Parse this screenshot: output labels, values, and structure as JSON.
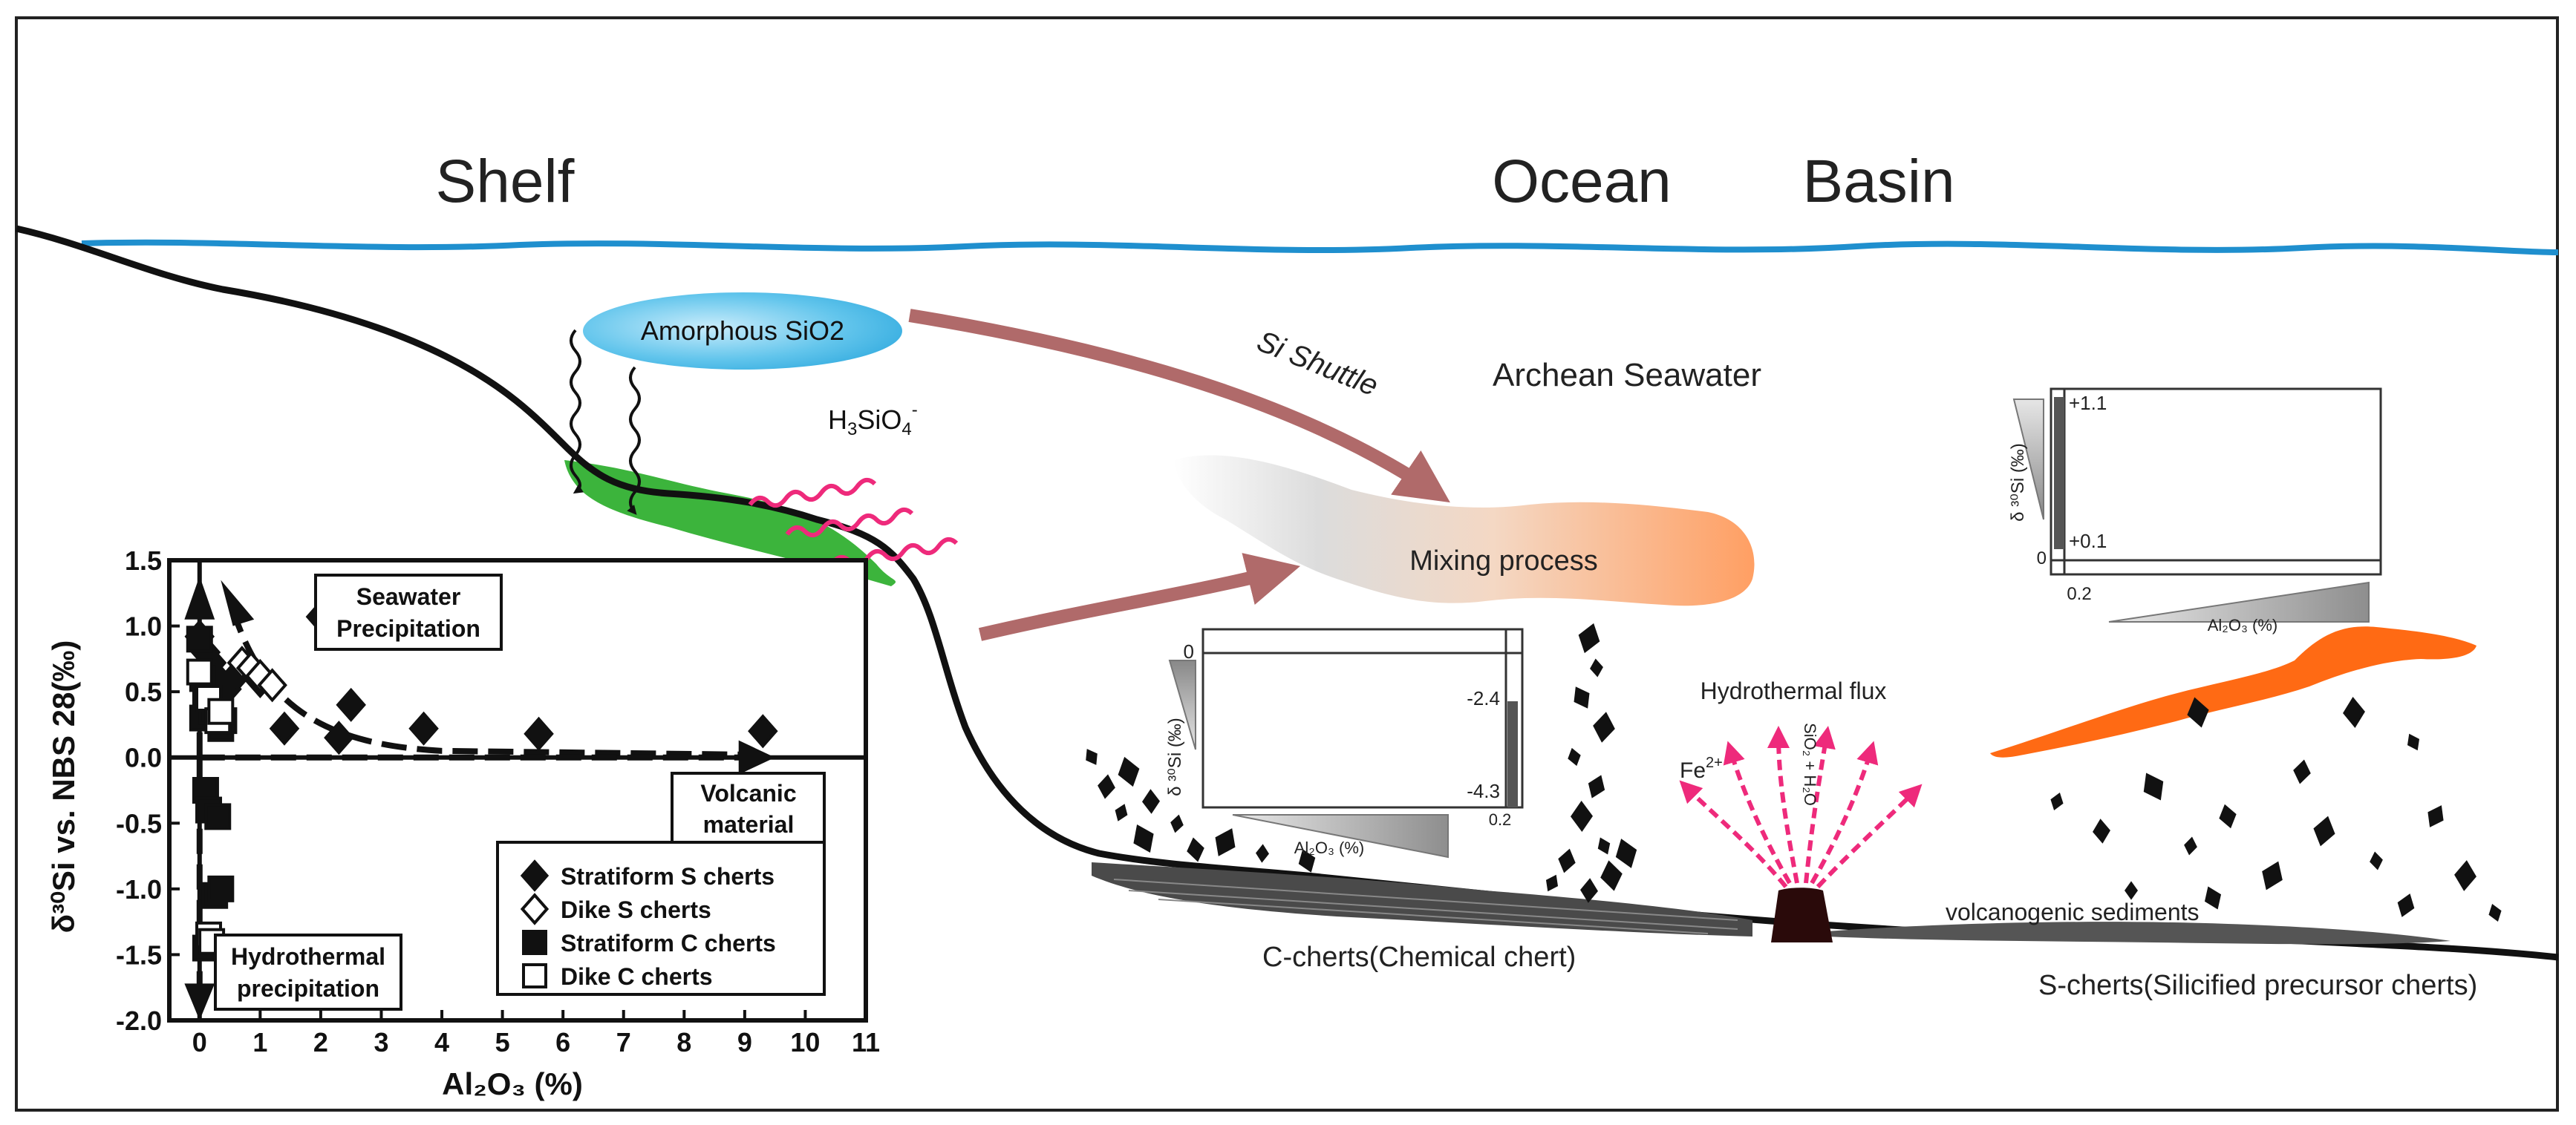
{
  "regions": {
    "shelf": "Shelf",
    "ocean": "Ocean",
    "basin": "Basin"
  },
  "labels": {
    "amorphous": "Amorphous  SiO2",
    "si_shuttle": "Si Shuttle",
    "archean_seawater": "Archean Seawater",
    "h3sio4": "H",
    "h3sio4_sub3": "3",
    "h3sio4_mid": "SiO",
    "h3sio4_sub4": "4",
    "h3sio4_sup": "-",
    "mixing": "Mixing process",
    "hydrothermal_flux": "Hydrothermal flux",
    "fe": "Fe",
    "fe_sup": "2+",
    "sio2_h2o": "SiO₂ + H₂O",
    "volcanogenic": "volcanogenic sediments",
    "c_cherts": "C-cherts(Chemical chert)",
    "s_cherts": "S-cherts(Silicified precursor cherts)"
  },
  "colors": {
    "sea_line": "#1f8fce",
    "arrow": "#b06a6a",
    "pink": "#ee2a7b",
    "green": "#3cb43c",
    "orange": "#ff6a14",
    "amorphous": "#3bb6e6"
  },
  "mini_c": {
    "ylabel": "δ ³⁰Si (‰)",
    "top": "0",
    "v1": "-2.4",
    "v2": "-4.3",
    "x_tick": "0.2",
    "xlabel": "Al₂O₃ (%)"
  },
  "mini_s": {
    "ylabel": "δ ³⁰Si (‰)",
    "v_top": "+1.1",
    "v_bot": "+0.1",
    "zero": "0",
    "x_tick": "0.2",
    "xlabel": "Al₂O₃ (%)"
  },
  "chart_data": {
    "type": "scatter",
    "xlabel": "Al₂O₃ (%)",
    "ylabel": "δ³⁰Si vs. NBS 28(‰)",
    "xlim": [
      -0.5,
      11
    ],
    "ylim": [
      -2.0,
      1.5
    ],
    "x_ticks": [
      "0",
      "1",
      "2",
      "3",
      "4",
      "5",
      "6",
      "7",
      "8",
      "9",
      "10",
      "11"
    ],
    "y_ticks": [
      "1.5",
      "1.0",
      "0.5",
      "0.0",
      "-0.5",
      "-1.0",
      "-1.5",
      "-2.0"
    ],
    "annotations": {
      "seawater_1": "Seawater",
      "seawater_2": "Precipitation",
      "volcanic_1": "Volcanic",
      "volcanic_2": "material",
      "hydro_1": "Hydrothermal",
      "hydro_2": "precipitation"
    },
    "legend": [
      {
        "name": "Stratiform S cherts",
        "marker": "filled-diamond"
      },
      {
        "name": "Dike S cherts",
        "marker": "open-diamond"
      },
      {
        "name": "Stratiform C cherts",
        "marker": "filled-square"
      },
      {
        "name": "Dike C cherts",
        "marker": "open-square"
      }
    ],
    "series": [
      {
        "marker": "filled-diamond",
        "points": [
          [
            0,
            0.92
          ],
          [
            0.1,
            0.8
          ],
          [
            0.2,
            0.72
          ],
          [
            0.3,
            0.6
          ],
          [
            0.45,
            0.52
          ],
          [
            0.6,
            0.62
          ],
          [
            1.0,
            0.58
          ],
          [
            1.4,
            0.22
          ],
          [
            2.0,
            1.07
          ],
          [
            2.3,
            0.15
          ],
          [
            2.5,
            0.4
          ],
          [
            3.7,
            0.22
          ],
          [
            5.6,
            0.18
          ],
          [
            9.3,
            0.2
          ]
        ]
      },
      {
        "marker": "open-diamond",
        "points": [
          [
            0.7,
            0.72
          ],
          [
            0.85,
            0.68
          ],
          [
            1.0,
            0.62
          ],
          [
            1.2,
            0.55
          ]
        ]
      },
      {
        "marker": "filled-square",
        "points": [
          [
            0,
            0.9
          ],
          [
            0.05,
            0.6
          ],
          [
            0.1,
            0.45
          ],
          [
            0.05,
            0.3
          ],
          [
            0.2,
            0.35
          ],
          [
            0.35,
            0.22
          ],
          [
            0.4,
            0.28
          ],
          [
            0.1,
            -0.25
          ],
          [
            0.15,
            -0.4
          ],
          [
            0.3,
            -0.45
          ],
          [
            0.25,
            -1.05
          ],
          [
            0.35,
            -1.0
          ],
          [
            0.1,
            -1.45
          ]
        ]
      },
      {
        "marker": "open-square",
        "points": [
          [
            0,
            0.65
          ],
          [
            0.15,
            0.45
          ],
          [
            0.3,
            0.28
          ],
          [
            0.35,
            0.35
          ],
          [
            0.15,
            -1.35
          ],
          [
            0.2,
            -1.4
          ]
        ]
      }
    ]
  }
}
